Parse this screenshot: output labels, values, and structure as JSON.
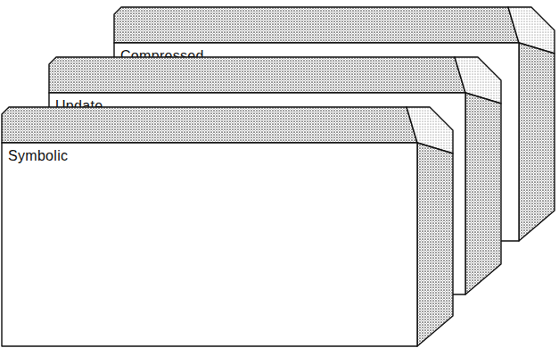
{
  "diagram": {
    "nodes": [
      {
        "text": [
          "Compressed"
        ]
      },
      {
        "text": [
          "Update"
        ]
      },
      {
        "text": [
          "Symbolic"
        ]
      }
    ]
  }
}
